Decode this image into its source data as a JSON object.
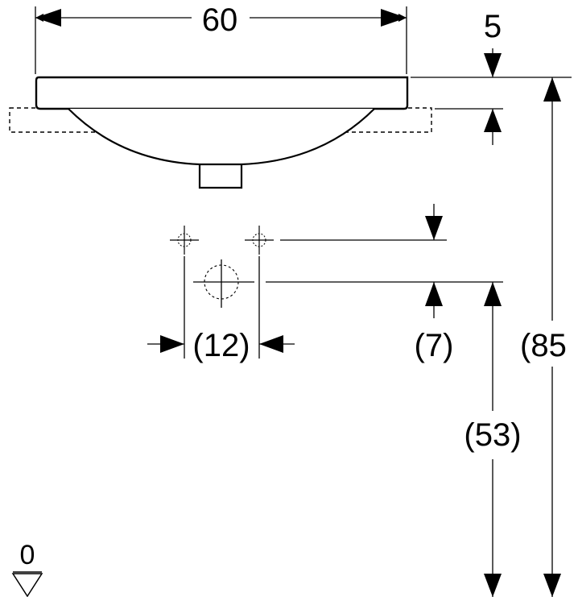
{
  "dimensions": {
    "width": "60",
    "rim_thickness": "5",
    "overall_height": "(85",
    "drain_height": "(53)",
    "tap_offset": "(7)",
    "tap_spacing": "(12)",
    "floor_level": "0"
  },
  "colors": {
    "line": "#000000",
    "background": "#ffffff"
  },
  "icons": {
    "floor_marker": "triangle-down-icon"
  }
}
